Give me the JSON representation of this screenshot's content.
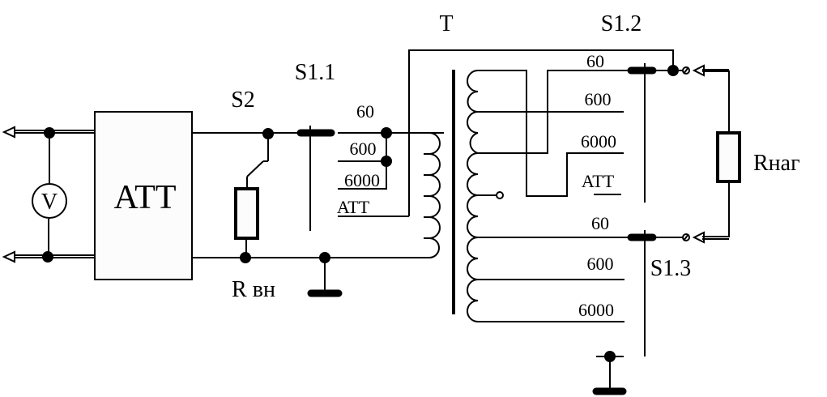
{
  "diagram": {
    "type": "circuit-schematic",
    "labels": {
      "transformer": "T",
      "switch_s1_1": "S1.1",
      "switch_s1_2": "S1.2",
      "switch_s1_3": "S1.3",
      "switch_s2": "S2",
      "attenuator": "ATT",
      "voltmeter": "V",
      "r_internal": "R вн",
      "r_load": "Rнаг"
    },
    "s1_1_positions": [
      "60",
      "600",
      "6000",
      "ATT"
    ],
    "s1_2_positions": [
      "60",
      "600",
      "6000",
      "ATT"
    ],
    "s1_3_positions": [
      "60",
      "600",
      "6000"
    ],
    "colors": {
      "line": "#000000",
      "background": "#ffffff",
      "fill": "#fcfcfc"
    }
  }
}
